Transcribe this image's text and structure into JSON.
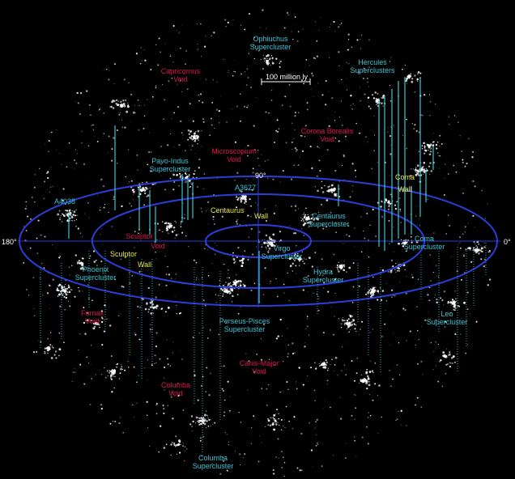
{
  "scale_bar": {
    "label": "100 million ly"
  },
  "angles": {
    "a90": "90°",
    "a180": "180°",
    "a0": "0°"
  },
  "superclusters": {
    "ophiuchus": [
      "Ophiuchus",
      "Supercluster"
    ],
    "hercules": [
      "Hercules",
      "Superclusters"
    ],
    "pavo_indus": [
      "Pavo-Indus",
      "Supercluster"
    ],
    "centaurus": [
      "Centaurus",
      "Supercluster"
    ],
    "coma": [
      "Coma",
      "Supercluster"
    ],
    "phoenix": [
      "Phoenix",
      "Supercluster"
    ],
    "virgo": [
      "Virgo",
      "Supercluster"
    ],
    "hydra": [
      "Hydra",
      "Supercluster"
    ],
    "leo": [
      "Leo",
      "Supercluster"
    ],
    "perseus_pisces": [
      "Perseus-Pisces",
      "Supercluster"
    ],
    "columba": [
      "Columba",
      "Supercluster"
    ]
  },
  "clusters": {
    "a4038": "A4038",
    "a3627": "A3627"
  },
  "voids": {
    "capricornus": [
      "Capricornus",
      "Void"
    ],
    "microscopium": [
      "Microscopium",
      "Void"
    ],
    "corona_borealis": [
      "Corona Borealis",
      "Void"
    ],
    "sculptor": [
      "Sculptor",
      "Void"
    ],
    "fornax": [
      "Fornax",
      "Void"
    ],
    "columba": [
      "Columba",
      "Void"
    ],
    "canis_major": [
      "Canis-Major",
      "Void"
    ]
  },
  "walls": {
    "centaurus": [
      "Centaurus",
      "Wall"
    ],
    "sculptor": [
      "Sculptor",
      "Wall"
    ],
    "coma": [
      "Coma",
      "Wall"
    ]
  },
  "colors": {
    "cyan": "#39c6d6",
    "red": "#e0144c",
    "yellow": "#e8e83a",
    "ring": "#2a3fd8"
  }
}
